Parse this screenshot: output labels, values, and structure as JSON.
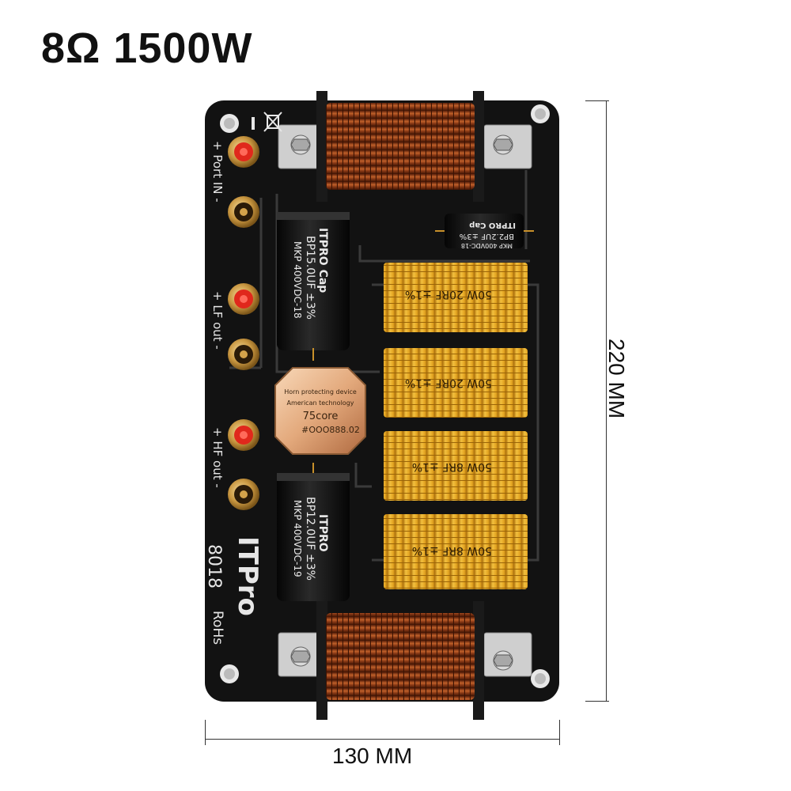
{
  "title": "8Ω 1500W",
  "dimensions": {
    "width_label": "130 MM",
    "height_label": "220 MM"
  },
  "board": {
    "labels": {
      "port_in": "+ Port IN -",
      "lf_out": "+ LF out -",
      "hf_out": "+ HF out -",
      "model": "8018",
      "rohs": "RoHs",
      "brand": "ITPro"
    },
    "capacitors": [
      {
        "brand": "ITPRO Cap",
        "spec": "BP15.0UF ±3%",
        "rating": "MKP 400VDC-18"
      },
      {
        "brand": "ITPRO",
        "spec": "BP12.0UF ±3%",
        "rating": "MKP 400VDC-19"
      },
      {
        "brand": "ITPRO Cap",
        "spec": "BP2.2UF ±3%",
        "rating": "MKP 400VDC-18"
      }
    ],
    "protector": {
      "line1": "Horn protecting device",
      "line2": "American technology",
      "line3": "75core",
      "line4": "#OOO888.02"
    },
    "resistors": [
      {
        "label": "50W 20RF ±1%"
      },
      {
        "label": "50W 20RF ±1%"
      },
      {
        "label": "50W 8RF ±1%"
      },
      {
        "label": "50W 8RF ±1%"
      }
    ]
  },
  "colors": {
    "board": "#121212",
    "trace": "#3a3a3a",
    "coil": "#8a3a16",
    "resistor": "#e4a521",
    "red_terminal": "#e0281c",
    "brass": "#d4a24a"
  }
}
